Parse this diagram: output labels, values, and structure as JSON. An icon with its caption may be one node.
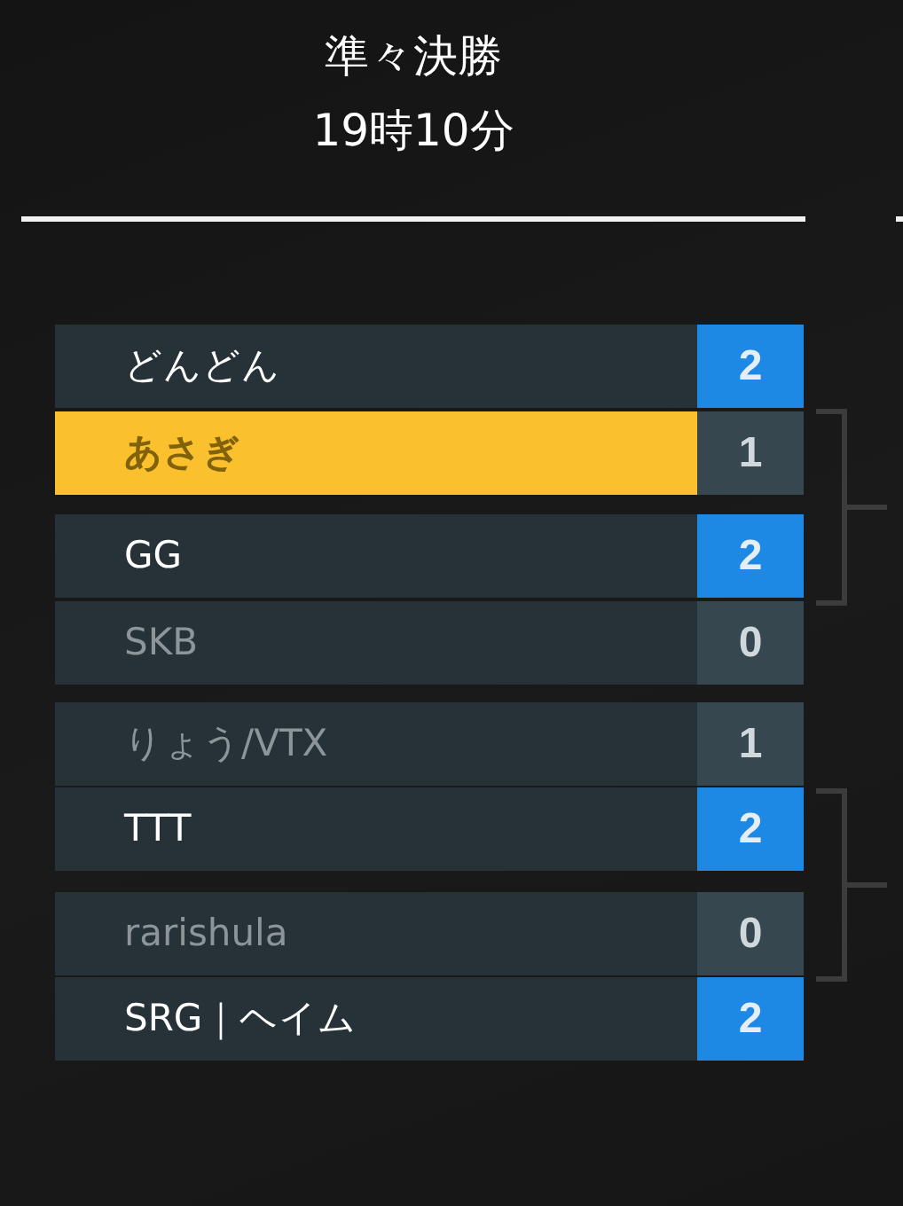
{
  "diagram": {
    "title": "準々決勝",
    "nodes": [
      {
        "text": [
          "どんどん",
          "2"
        ]
      },
      {
        "text": [
          "あさぎ",
          "1"
        ]
      },
      {
        "text": [
          "GG",
          "2"
        ]
      },
      {
        "text": [
          "SKB",
          "0"
        ]
      },
      {
        "text": [
          "りょう/VTX",
          "1"
        ]
      },
      {
        "text": [
          "TTT",
          "2"
        ]
      },
      {
        "text": [
          "rarishula",
          "0"
        ]
      },
      {
        "text": [
          "SRG｜ヘイム",
          "2"
        ]
      }
    ],
    "labels": [
      "19時10分"
    ]
  }
}
